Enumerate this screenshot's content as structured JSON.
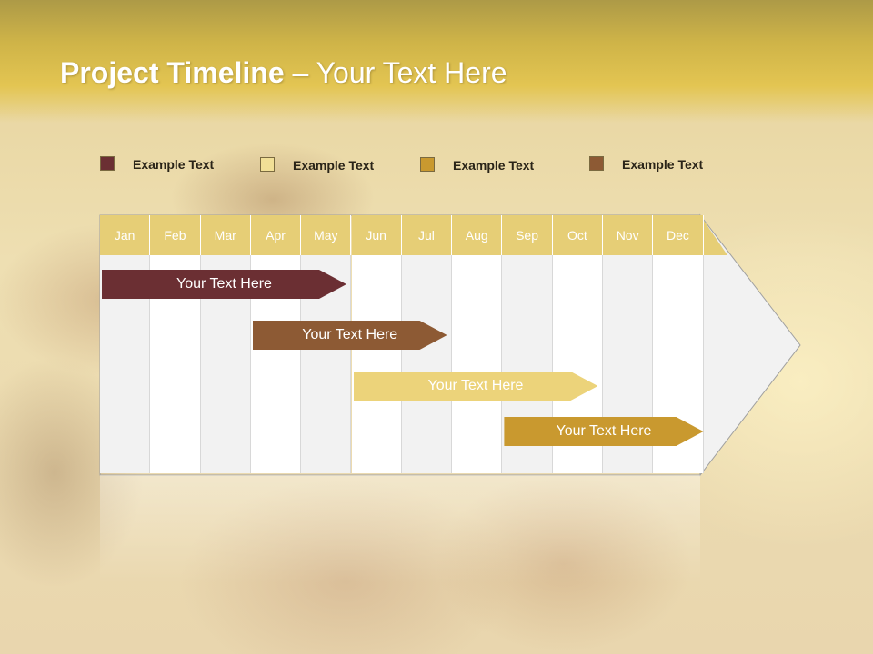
{
  "title": {
    "bold": "Project Timeline",
    "rest": " – Your Text Here"
  },
  "legend": [
    {
      "label": "Example Text",
      "color": "#6b2f33"
    },
    {
      "label": "Example Text",
      "color": "#f1df96"
    },
    {
      "label": "Example Text",
      "color": "#c9992f"
    },
    {
      "label": "Example Text",
      "color": "#8d5a34"
    }
  ],
  "months": [
    "Jan",
    "Feb",
    "Mar",
    "Apr",
    "May",
    "Jun",
    "Jul",
    "Aug",
    "Sep",
    "Oct",
    "Nov",
    "Dec"
  ],
  "tasks": [
    {
      "label": "Your  Text Here",
      "start_month": 1.0,
      "end_month": 4.9,
      "color": "#6b2f33"
    },
    {
      "label": "Your  Text Here",
      "start_month": 4.0,
      "end_month": 6.9,
      "color": "#8d5a34"
    },
    {
      "label": "Your  Text Here",
      "start_month": 6.0,
      "end_month": 9.9,
      "color": "#ecd37a"
    },
    {
      "label": "Your  Text Here",
      "start_month": 9.0,
      "end_month": 12.0,
      "color": "#c9992f"
    }
  ]
}
